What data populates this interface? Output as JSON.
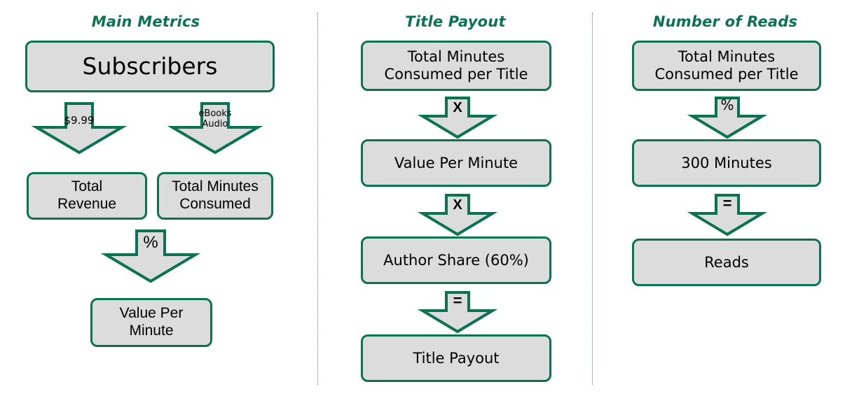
{
  "theme": {
    "green": "#0A7450",
    "divider_green": "#2E9B78",
    "box_fill": "#DCDCDC",
    "text": "#000000",
    "background": "#FFFFFF"
  },
  "columns": [
    {
      "id": "main-metrics",
      "title": "Main Metrics",
      "nodes": [
        {
          "id": "subscribers",
          "label": "Subscribers"
        },
        {
          "id": "total-revenue",
          "label": "Total\nRevenue"
        },
        {
          "id": "total-minutes-consumed",
          "label": "Total Minutes\nConsumed"
        },
        {
          "id": "value-per-minute",
          "label": "Value Per\nMinute"
        }
      ],
      "arrows": [
        {
          "id": "arrow-price",
          "label": "$9.99",
          "operator": "price"
        },
        {
          "id": "arrow-formats",
          "label": "eBooks\nAudio",
          "operator": "formats"
        },
        {
          "id": "arrow-percent-left",
          "label": "%",
          "operator": "percent"
        }
      ]
    },
    {
      "id": "title-payout",
      "title": "Title Payout",
      "nodes": [
        {
          "id": "total-minutes-per-title",
          "label": "Total Minutes\nConsumed per Title"
        },
        {
          "id": "value-per-minute-mid",
          "label": "Value Per Minute"
        },
        {
          "id": "author-share",
          "label": "Author Share (60%)"
        },
        {
          "id": "title-payout-result",
          "label": "Title Payout"
        }
      ],
      "arrows": [
        {
          "id": "arrow-multiply-1",
          "label": "X",
          "operator": "multiply"
        },
        {
          "id": "arrow-multiply-2",
          "label": "X",
          "operator": "multiply"
        },
        {
          "id": "arrow-equals-1",
          "label": "=",
          "operator": "equals"
        }
      ]
    },
    {
      "id": "number-of-reads",
      "title": "Number of Reads",
      "nodes": [
        {
          "id": "total-minutes-per-title-right",
          "label": "Total Minutes\nConsumed per Title"
        },
        {
          "id": "three-hundred-minutes",
          "label": "300 Minutes"
        },
        {
          "id": "reads",
          "label": "Reads"
        }
      ],
      "arrows": [
        {
          "id": "arrow-percent-right",
          "label": "%",
          "operator": "percent"
        },
        {
          "id": "arrow-equals-2",
          "label": "=",
          "operator": "equals"
        }
      ]
    }
  ]
}
